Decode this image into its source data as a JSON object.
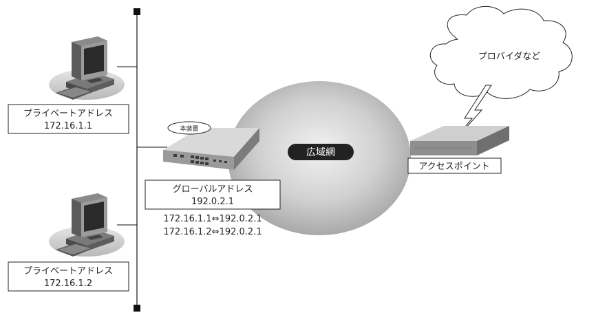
{
  "pc1": {
    "label": "プライベートアドレス",
    "address": "172.16.1.1"
  },
  "pc2": {
    "label": "プライベートアドレス",
    "address": "172.16.1.2"
  },
  "router": {
    "tag": "本装置",
    "label": "グローバルアドレス",
    "address": "192.0.2.1",
    "nat_lines": [
      "172.16.1.1⇔192.0.2.1",
      "172.16.1.2⇔192.0.2.1"
    ]
  },
  "wan": {
    "label": "広域網"
  },
  "access_point": {
    "label": "アクセスポイント"
  },
  "cloud": {
    "label": "プロバイダなど"
  }
}
